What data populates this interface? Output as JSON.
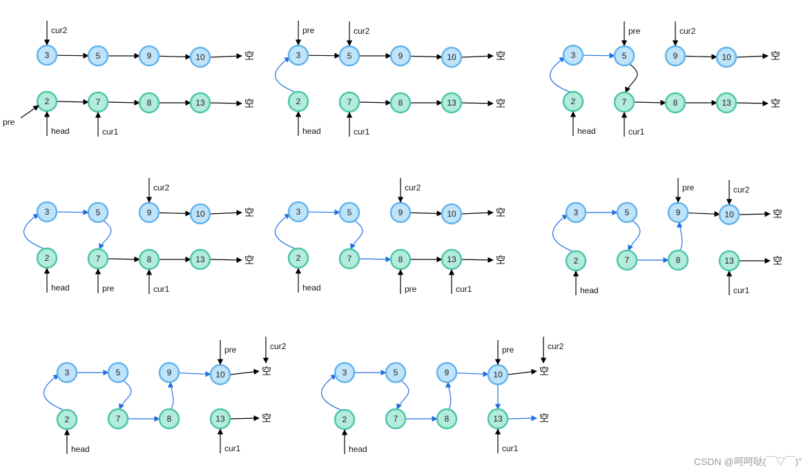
{
  "colors": {
    "list_a_fill": "#bfe3f9",
    "list_a_stroke": "#63b4ea",
    "list_b_fill": "#b3ebdc",
    "list_b_stroke": "#4cc6a8",
    "black_arrow": "#000000",
    "blue_arrow": "#1f6fe0"
  },
  "empty_label": "空",
  "watermark": "CSDN @呵呵哒(￣▽￣)\"",
  "panels": [
    {
      "id": 1,
      "nodes": [
        {
          "id": "n3",
          "v": "3",
          "l": "a"
        },
        {
          "id": "n5",
          "v": "5",
          "l": "a"
        },
        {
          "id": "n9",
          "v": "9",
          "l": "a"
        },
        {
          "id": "n10",
          "v": "10",
          "l": "a"
        },
        {
          "id": "n2",
          "v": "2",
          "l": "b"
        },
        {
          "id": "n7",
          "v": "7",
          "l": "b"
        },
        {
          "id": "n8",
          "v": "8",
          "l": "b"
        },
        {
          "id": "n13",
          "v": "13",
          "l": "b"
        }
      ],
      "edges": [
        {
          "from": "n3",
          "to": "n5",
          "c": "black"
        },
        {
          "from": "n5",
          "to": "n9",
          "c": "black"
        },
        {
          "from": "n9",
          "to": "n10",
          "c": "black"
        },
        {
          "from": "n10",
          "to": "null_a",
          "c": "black"
        },
        {
          "from": "n2",
          "to": "n7",
          "c": "black"
        },
        {
          "from": "n7",
          "to": "n8",
          "c": "black"
        },
        {
          "from": "n8",
          "to": "n13",
          "c": "black"
        },
        {
          "from": "n13",
          "to": "null_b",
          "c": "black"
        }
      ],
      "pointers": [
        {
          "label": "cur2",
          "target": "n3",
          "dir": "down"
        },
        {
          "label": "head",
          "target": "n2",
          "dir": "up"
        },
        {
          "label": "cur1",
          "target": "n7",
          "dir": "up"
        },
        {
          "label": "pre",
          "target": "n2",
          "dir": "diag"
        }
      ]
    },
    {
      "id": 2,
      "nodes": [
        {
          "id": "n3",
          "v": "3",
          "l": "a"
        },
        {
          "id": "n5",
          "v": "5",
          "l": "a"
        },
        {
          "id": "n9",
          "v": "9",
          "l": "a"
        },
        {
          "id": "n10",
          "v": "10",
          "l": "a"
        },
        {
          "id": "n2",
          "v": "2",
          "l": "b"
        },
        {
          "id": "n7",
          "v": "7",
          "l": "b"
        },
        {
          "id": "n8",
          "v": "8",
          "l": "b"
        },
        {
          "id": "n13",
          "v": "13",
          "l": "b"
        }
      ],
      "edges": [
        {
          "from": "n3",
          "to": "n5",
          "c": "black"
        },
        {
          "from": "n5",
          "to": "n9",
          "c": "black"
        },
        {
          "from": "n9",
          "to": "n10",
          "c": "black"
        },
        {
          "from": "n10",
          "to": "null_a",
          "c": "black"
        },
        {
          "from": "n2",
          "to": "n3",
          "c": "blue"
        },
        {
          "from": "n7",
          "to": "n8",
          "c": "black"
        },
        {
          "from": "n8",
          "to": "n13",
          "c": "black"
        },
        {
          "from": "n13",
          "to": "null_b",
          "c": "black"
        }
      ],
      "pointers": [
        {
          "label": "pre",
          "target": "n3",
          "dir": "down"
        },
        {
          "label": "cur2",
          "target": "n5",
          "dir": "down"
        },
        {
          "label": "head",
          "target": "n2",
          "dir": "up"
        },
        {
          "label": "cur1",
          "target": "n7",
          "dir": "up"
        }
      ]
    },
    {
      "id": 3,
      "nodes": [
        {
          "id": "n3",
          "v": "3",
          "l": "a"
        },
        {
          "id": "n5",
          "v": "5",
          "l": "a"
        },
        {
          "id": "n9",
          "v": "9",
          "l": "a"
        },
        {
          "id": "n10",
          "v": "10",
          "l": "a"
        },
        {
          "id": "n2",
          "v": "2",
          "l": "b"
        },
        {
          "id": "n7",
          "v": "7",
          "l": "b"
        },
        {
          "id": "n8",
          "v": "8",
          "l": "b"
        },
        {
          "id": "n13",
          "v": "13",
          "l": "b"
        }
      ],
      "edges": [
        {
          "from": "n2",
          "to": "n3",
          "c": "blue"
        },
        {
          "from": "n3",
          "to": "n5",
          "c": "blue"
        },
        {
          "from": "n5",
          "to": "n7",
          "c": "black"
        },
        {
          "from": "n9",
          "to": "n10",
          "c": "black"
        },
        {
          "from": "n10",
          "to": "null_a",
          "c": "black"
        },
        {
          "from": "n7",
          "to": "n8",
          "c": "black"
        },
        {
          "from": "n8",
          "to": "n13",
          "c": "black"
        },
        {
          "from": "n13",
          "to": "null_b",
          "c": "black"
        }
      ],
      "pointers": [
        {
          "label": "pre",
          "target": "n5",
          "dir": "down"
        },
        {
          "label": "cur2",
          "target": "n9",
          "dir": "down"
        },
        {
          "label": "head",
          "target": "n2",
          "dir": "up"
        },
        {
          "label": "cur1",
          "target": "n7",
          "dir": "up"
        }
      ]
    },
    {
      "id": 4,
      "nodes": [
        {
          "id": "n3",
          "v": "3",
          "l": "a"
        },
        {
          "id": "n5",
          "v": "5",
          "l": "a"
        },
        {
          "id": "n9",
          "v": "9",
          "l": "a"
        },
        {
          "id": "n10",
          "v": "10",
          "l": "a"
        },
        {
          "id": "n2",
          "v": "2",
          "l": "b"
        },
        {
          "id": "n7",
          "v": "7",
          "l": "b"
        },
        {
          "id": "n8",
          "v": "8",
          "l": "b"
        },
        {
          "id": "n13",
          "v": "13",
          "l": "b"
        }
      ],
      "edges": [
        {
          "from": "n2",
          "to": "n3",
          "c": "blue"
        },
        {
          "from": "n3",
          "to": "n5",
          "c": "blue"
        },
        {
          "from": "n5",
          "to": "n7",
          "c": "blue"
        },
        {
          "from": "n9",
          "to": "n10",
          "c": "black"
        },
        {
          "from": "n10",
          "to": "null_a",
          "c": "black"
        },
        {
          "from": "n7",
          "to": "n8",
          "c": "black"
        },
        {
          "from": "n8",
          "to": "n13",
          "c": "black"
        },
        {
          "from": "n13",
          "to": "null_b",
          "c": "black"
        }
      ],
      "pointers": [
        {
          "label": "cur2",
          "target": "n9",
          "dir": "down"
        },
        {
          "label": "head",
          "target": "n2",
          "dir": "up"
        },
        {
          "label": "pre",
          "target": "n7",
          "dir": "up"
        },
        {
          "label": "cur1",
          "target": "n8",
          "dir": "up"
        }
      ]
    },
    {
      "id": 5,
      "nodes": [
        {
          "id": "n3",
          "v": "3",
          "l": "a"
        },
        {
          "id": "n5",
          "v": "5",
          "l": "a"
        },
        {
          "id": "n9",
          "v": "9",
          "l": "a"
        },
        {
          "id": "n10",
          "v": "10",
          "l": "a"
        },
        {
          "id": "n2",
          "v": "2",
          "l": "b"
        },
        {
          "id": "n7",
          "v": "7",
          "l": "b"
        },
        {
          "id": "n8",
          "v": "8",
          "l": "b"
        },
        {
          "id": "n13",
          "v": "13",
          "l": "b"
        }
      ],
      "edges": [
        {
          "from": "n2",
          "to": "n3",
          "c": "blue"
        },
        {
          "from": "n3",
          "to": "n5",
          "c": "blue"
        },
        {
          "from": "n5",
          "to": "n7",
          "c": "blue"
        },
        {
          "from": "n7",
          "to": "n8",
          "c": "blue"
        },
        {
          "from": "n9",
          "to": "n10",
          "c": "black"
        },
        {
          "from": "n10",
          "to": "null_a",
          "c": "black"
        },
        {
          "from": "n8",
          "to": "n13",
          "c": "black"
        },
        {
          "from": "n13",
          "to": "null_b",
          "c": "black"
        }
      ],
      "pointers": [
        {
          "label": "cur2",
          "target": "n9",
          "dir": "down"
        },
        {
          "label": "head",
          "target": "n2",
          "dir": "up"
        },
        {
          "label": "pre",
          "target": "n8",
          "dir": "up"
        },
        {
          "label": "cur1",
          "target": "n13",
          "dir": "up"
        }
      ]
    },
    {
      "id": 6,
      "nodes": [
        {
          "id": "n3",
          "v": "3",
          "l": "a"
        },
        {
          "id": "n5",
          "v": "5",
          "l": "a"
        },
        {
          "id": "n9",
          "v": "9",
          "l": "a"
        },
        {
          "id": "n10",
          "v": "10",
          "l": "a"
        },
        {
          "id": "n2",
          "v": "2",
          "l": "b"
        },
        {
          "id": "n7",
          "v": "7",
          "l": "b"
        },
        {
          "id": "n8",
          "v": "8",
          "l": "b"
        },
        {
          "id": "n13",
          "v": "13",
          "l": "b"
        }
      ],
      "edges": [
        {
          "from": "n2",
          "to": "n3",
          "c": "blue"
        },
        {
          "from": "n3",
          "to": "n5",
          "c": "blue"
        },
        {
          "from": "n5",
          "to": "n7",
          "c": "blue"
        },
        {
          "from": "n7",
          "to": "n8",
          "c": "blue"
        },
        {
          "from": "n8",
          "to": "n9",
          "c": "blue"
        },
        {
          "from": "n9",
          "to": "n10",
          "c": "black"
        },
        {
          "from": "n10",
          "to": "null_a",
          "c": "black"
        },
        {
          "from": "n13",
          "to": "null_b",
          "c": "black"
        }
      ],
      "pointers": [
        {
          "label": "pre",
          "target": "n9",
          "dir": "down"
        },
        {
          "label": "cur2",
          "target": "n10",
          "dir": "down"
        },
        {
          "label": "head",
          "target": "n2",
          "dir": "up"
        },
        {
          "label": "cur1",
          "target": "n13",
          "dir": "up"
        }
      ]
    },
    {
      "id": 7,
      "nodes": [
        {
          "id": "n3",
          "v": "3",
          "l": "a"
        },
        {
          "id": "n5",
          "v": "5",
          "l": "a"
        },
        {
          "id": "n9",
          "v": "9",
          "l": "a"
        },
        {
          "id": "n10",
          "v": "10",
          "l": "a"
        },
        {
          "id": "n2",
          "v": "2",
          "l": "b"
        },
        {
          "id": "n7",
          "v": "7",
          "l": "b"
        },
        {
          "id": "n8",
          "v": "8",
          "l": "b"
        },
        {
          "id": "n13",
          "v": "13",
          "l": "b"
        }
      ],
      "edges": [
        {
          "from": "n2",
          "to": "n3",
          "c": "blue"
        },
        {
          "from": "n3",
          "to": "n5",
          "c": "blue"
        },
        {
          "from": "n5",
          "to": "n7",
          "c": "blue"
        },
        {
          "from": "n7",
          "to": "n8",
          "c": "blue"
        },
        {
          "from": "n8",
          "to": "n9",
          "c": "blue"
        },
        {
          "from": "n9",
          "to": "n10",
          "c": "blue"
        },
        {
          "from": "n10",
          "to": "null_a",
          "c": "black"
        },
        {
          "from": "n13",
          "to": "null_b",
          "c": "black"
        }
      ],
      "pointers": [
        {
          "label": "pre",
          "target": "n10",
          "dir": "down"
        },
        {
          "label": "cur2",
          "target": "null_a",
          "dir": "down"
        },
        {
          "label": "head",
          "target": "n2",
          "dir": "up"
        },
        {
          "label": "cur1",
          "target": "n13",
          "dir": "up"
        }
      ]
    },
    {
      "id": 8,
      "nodes": [
        {
          "id": "n3",
          "v": "3",
          "l": "a"
        },
        {
          "id": "n5",
          "v": "5",
          "l": "a"
        },
        {
          "id": "n9",
          "v": "9",
          "l": "a"
        },
        {
          "id": "n10",
          "v": "10",
          "l": "a"
        },
        {
          "id": "n2",
          "v": "2",
          "l": "b"
        },
        {
          "id": "n7",
          "v": "7",
          "l": "b"
        },
        {
          "id": "n8",
          "v": "8",
          "l": "b"
        },
        {
          "id": "n13",
          "v": "13",
          "l": "b"
        }
      ],
      "edges": [
        {
          "from": "n2",
          "to": "n3",
          "c": "blue"
        },
        {
          "from": "n3",
          "to": "n5",
          "c": "blue"
        },
        {
          "from": "n5",
          "to": "n7",
          "c": "blue"
        },
        {
          "from": "n7",
          "to": "n8",
          "c": "blue"
        },
        {
          "from": "n8",
          "to": "n9",
          "c": "blue"
        },
        {
          "from": "n9",
          "to": "n10",
          "c": "blue"
        },
        {
          "from": "n10",
          "to": "n13",
          "c": "blue"
        },
        {
          "from": "n10",
          "to": "null_a",
          "c": "black"
        },
        {
          "from": "n13",
          "to": "null_b",
          "c": "blue"
        }
      ],
      "pointers": [
        {
          "label": "pre",
          "target": "n10",
          "dir": "down"
        },
        {
          "label": "cur2",
          "target": "null_a",
          "dir": "down"
        },
        {
          "label": "head",
          "target": "n2",
          "dir": "up"
        },
        {
          "label": "cur1",
          "target": "n13",
          "dir": "up"
        }
      ]
    }
  ]
}
